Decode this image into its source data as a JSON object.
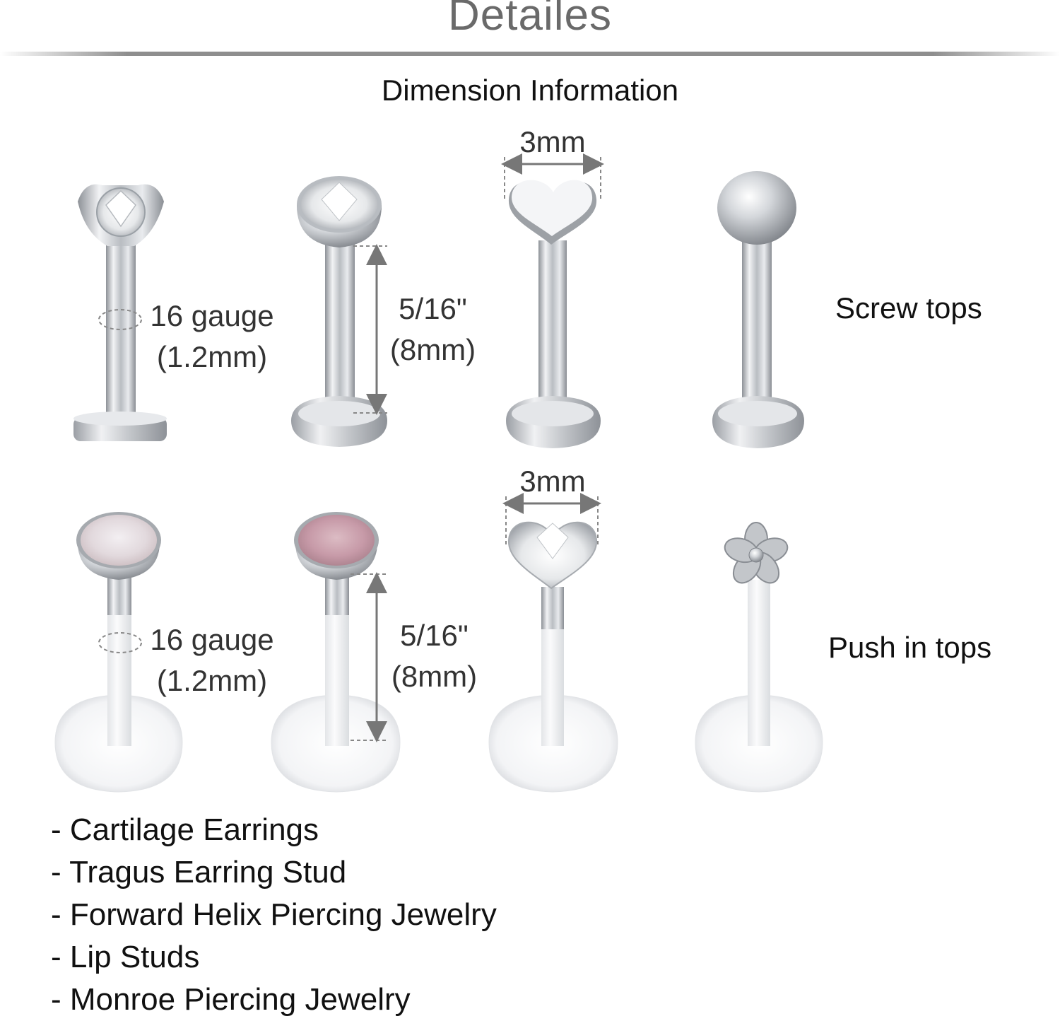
{
  "header": {
    "title": "Detailes",
    "subtitle": "Dimension Information"
  },
  "rows": [
    {
      "label": "Screw tops",
      "items": [
        {
          "top": "cz-prong",
          "material": "steel"
        },
        {
          "top": "cz-bezel",
          "material": "steel"
        },
        {
          "top": "heart",
          "material": "steel"
        },
        {
          "top": "ball",
          "material": "steel"
        }
      ],
      "dimensions": {
        "gauge_line1": "16 gauge",
        "gauge_line2": "(1.2mm)",
        "length_line1": "5/16\"",
        "length_line2": "(8mm)",
        "top_width": "3mm"
      }
    },
    {
      "label": "Push in tops",
      "items": [
        {
          "top": "opal-white-bezel",
          "material": "bioflex"
        },
        {
          "top": "opal-pink-bezel",
          "material": "bioflex"
        },
        {
          "top": "cz-heart",
          "material": "bioflex"
        },
        {
          "top": "flower",
          "material": "bioflex"
        }
      ],
      "dimensions": {
        "gauge_line1": "16 gauge",
        "gauge_line2": "(1.2mm)",
        "length_line1": "5/16\"",
        "length_line2": "(8mm)",
        "top_width": "3mm"
      }
    }
  ],
  "uses": [
    "- Cartilage Earrings",
    "- Tragus Earring Stud",
    "- Forward Helix Piercing Jewelry",
    "- Lip Studs",
    "- Monroe Piercing Jewelry"
  ],
  "colors": {
    "title": "#6a6a6a",
    "divider": "#8e8e8e",
    "text": "#111111",
    "dimension_text": "#333333",
    "steel": "#c9ccd0",
    "opal_white": "#e6dfe2",
    "opal_pink": "#c9a0ae"
  }
}
